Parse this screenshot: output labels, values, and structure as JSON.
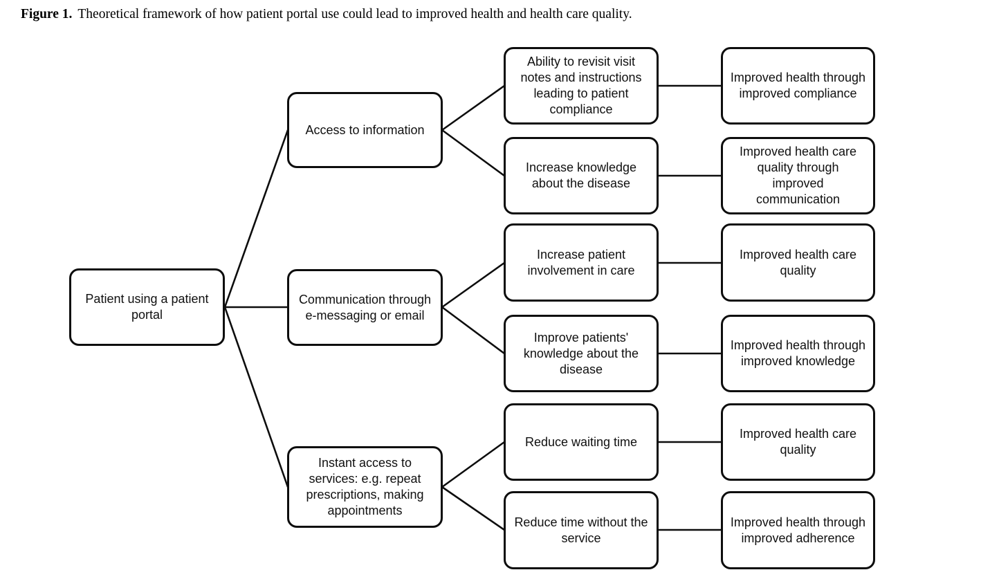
{
  "caption": {
    "label": "Figure 1.",
    "text": "Theoretical framework of how patient portal use could lead to improved health and health care quality."
  },
  "colors": {
    "ink": "#0d0d0d",
    "background": "#ffffff"
  },
  "nodes": {
    "root": {
      "label": "Patient using a patient\nportal"
    },
    "access": {
      "label": "Access to information"
    },
    "communication": {
      "label": "Communication through\ne-messaging or email"
    },
    "instant": {
      "label": "Instant access to\nservices: e.g. repeat\nprescriptions, making\nappointments"
    },
    "revisit": {
      "label": "Ability to revisit visit\nnotes and instructions\nleading to patient\ncompliance"
    },
    "increase_knowledge": {
      "label": "Increase knowledge\nabout the disease"
    },
    "involvement": {
      "label": "Increase patient\ninvolvement in care"
    },
    "improve_knowledge": {
      "label": "Improve patients'\nknowledge about the\ndisease"
    },
    "reduce_waiting": {
      "label": "Reduce waiting time"
    },
    "reduce_time": {
      "label": "Reduce time without the\nservice"
    },
    "out_compliance": {
      "label": "Improved health through\nimproved compliance"
    },
    "out_communication": {
      "label": "Improved health care\nquality through\nimproved\ncommunication"
    },
    "out_quality1": {
      "label": "Improved health care\nquality"
    },
    "out_knowledge": {
      "label": "Improved health through\nimproved knowledge"
    },
    "out_quality2": {
      "label": "Improved health care\nquality"
    },
    "out_adherence": {
      "label": "Improved health through\nimproved adherence"
    }
  },
  "edges": [
    {
      "from": "root",
      "to": "access"
    },
    {
      "from": "root",
      "to": "communication"
    },
    {
      "from": "root",
      "to": "instant"
    },
    {
      "from": "access",
      "to": "revisit"
    },
    {
      "from": "access",
      "to": "increase_knowledge"
    },
    {
      "from": "communication",
      "to": "involvement"
    },
    {
      "from": "communication",
      "to": "improve_knowledge"
    },
    {
      "from": "instant",
      "to": "reduce_waiting"
    },
    {
      "from": "instant",
      "to": "reduce_time"
    },
    {
      "from": "revisit",
      "to": "out_compliance"
    },
    {
      "from": "increase_knowledge",
      "to": "out_communication"
    },
    {
      "from": "involvement",
      "to": "out_quality1"
    },
    {
      "from": "improve_knowledge",
      "to": "out_knowledge"
    },
    {
      "from": "reduce_waiting",
      "to": "out_quality2"
    },
    {
      "from": "reduce_time",
      "to": "out_adherence"
    }
  ]
}
